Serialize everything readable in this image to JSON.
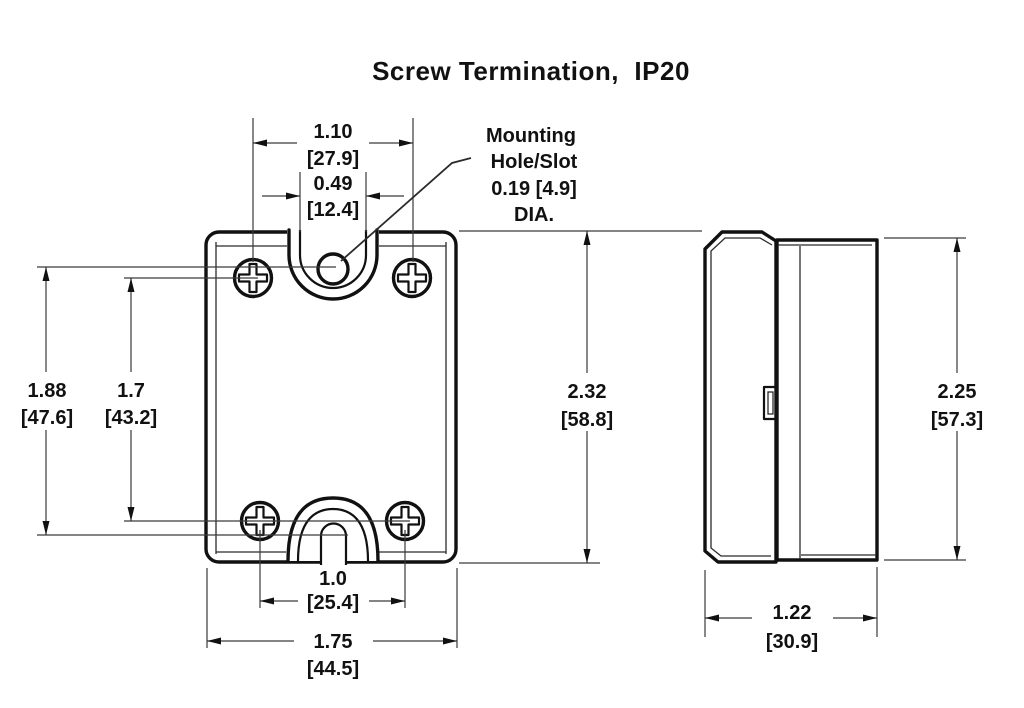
{
  "title": "Screw Termination,  IP20",
  "annotation": {
    "line1": "Mounting",
    "line2": "Hole/Slot",
    "line3": "0.19 [4.9]",
    "line4": "DIA."
  },
  "dimensions": {
    "screw_span_top": {
      "inches": "1.10",
      "mm": "[27.9]"
    },
    "slot_width_top": {
      "inches": "0.49",
      "mm": "[12.4]"
    },
    "hole_span_vertical": {
      "inches": "1.88",
      "mm": "[47.6]"
    },
    "screw_span_vertical": {
      "inches": "1.7",
      "mm": "[43.2]"
    },
    "body_height": {
      "inches": "2.32",
      "mm": "[58.8]"
    },
    "side_height": {
      "inches": "2.25",
      "mm": "[57.3]"
    },
    "screw_span_bottom": {
      "inches": "1.0",
      "mm": "[25.4]"
    },
    "body_width": {
      "inches": "1.75",
      "mm": "[44.5]"
    },
    "body_depth": {
      "inches": "1.22",
      "mm": "[30.9]"
    }
  },
  "colors": {
    "line": "#111111",
    "background": "#ffffff"
  }
}
